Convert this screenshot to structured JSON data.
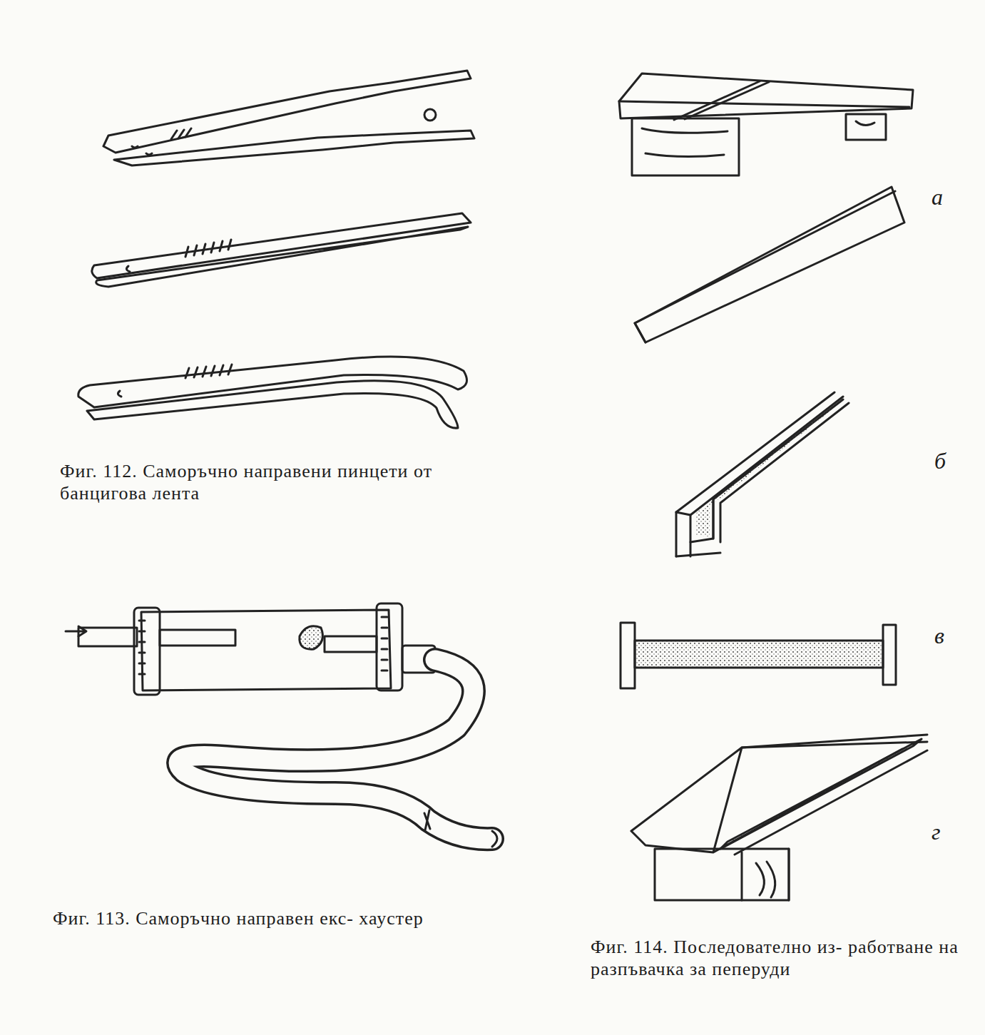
{
  "diagram": {
    "labels": [
      "Фиг. 112. Саморъчно направени пинцети от банцигова лента",
      "Фиг. 113. Саморъчно направен екс- хаустер",
      "Фиг. 114. Последователно из- работване на разпъвачка за пеперуди",
      "а",
      "б",
      "в",
      "г"
    ]
  }
}
